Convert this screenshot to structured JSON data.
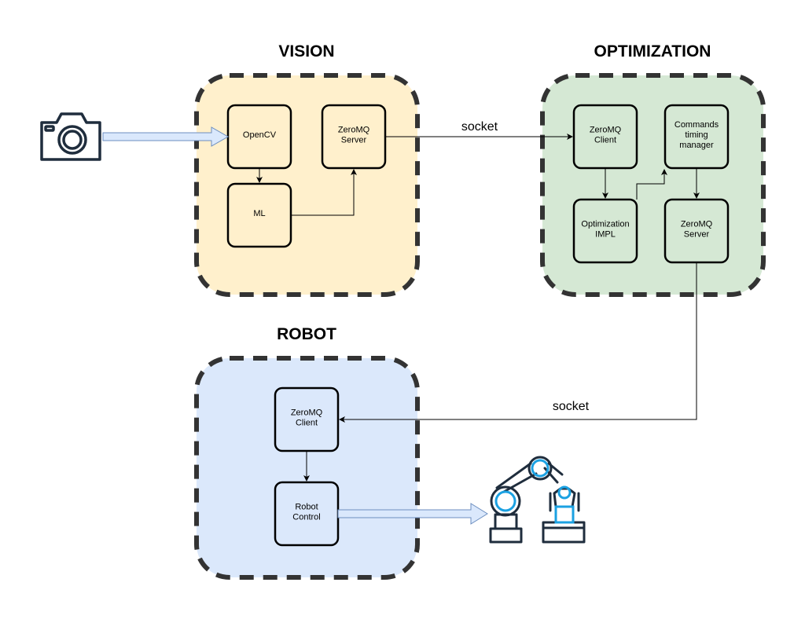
{
  "groups": {
    "vision": {
      "title": "VISION",
      "fill": "#fff0cc"
    },
    "optimization": {
      "title": "OPTIMIZATION",
      "fill": "#d5e8d4"
    },
    "robot": {
      "title": "ROBOT",
      "fill": "#dbe8fb"
    }
  },
  "nodes": {
    "opencv": {
      "lines": [
        "OpenCV"
      ]
    },
    "ml": {
      "lines": [
        "ML"
      ]
    },
    "vision_zmq_server": {
      "lines": [
        "ZeroMQ",
        "Server"
      ]
    },
    "opt_zmq_client": {
      "lines": [
        "ZeroMQ",
        "Client"
      ]
    },
    "commands_timing": {
      "lines": [
        "Commands",
        "timing",
        "manager"
      ]
    },
    "opt_impl": {
      "lines": [
        "Optimization",
        "IMPL"
      ]
    },
    "opt_zmq_server": {
      "lines": [
        "ZeroMQ",
        "Server"
      ]
    },
    "robot_zmq_client": {
      "lines": [
        "ZeroMQ",
        "Client"
      ]
    },
    "robot_control": {
      "lines": [
        "Robot",
        "Control"
      ]
    }
  },
  "edges": {
    "vision_to_optimization": {
      "label": "socket"
    },
    "optimization_to_robot": {
      "label": "socket"
    }
  },
  "icons": {
    "input": "camera-icon",
    "output": "robot-arm-icon"
  },
  "colors": {
    "border": "#333333",
    "icon": "#1f2d3d",
    "icon_accent": "#1ba1e2",
    "flow_arrow_fill": "#dae8fc",
    "flow_arrow_stroke": "#6c8ebf"
  }
}
